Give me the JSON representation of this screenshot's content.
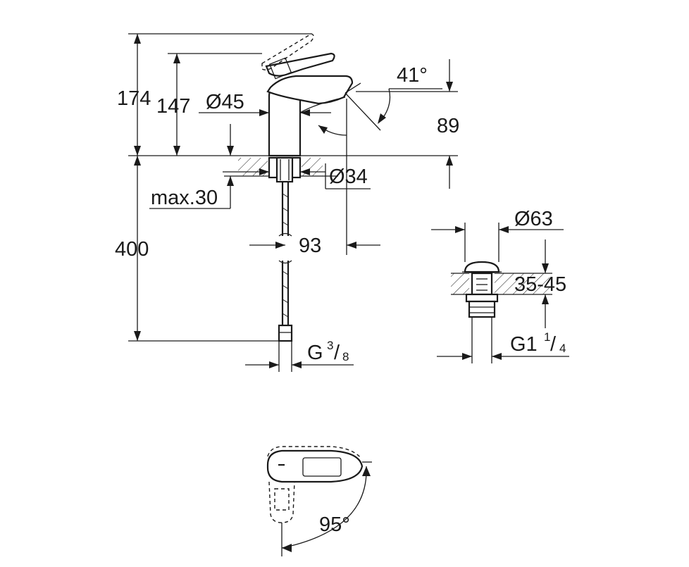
{
  "drawing": {
    "overall_height": "174",
    "spout_height": "147",
    "body_diameter": "Ø45",
    "lever_angle": "41°",
    "spout_clearance": "89",
    "hole_diameter": "Ø34",
    "max_deck_thickness": "max.30",
    "spout_reach": "93",
    "hose_length": "400",
    "hose_thread_main": "G",
    "hose_thread_sup": "3",
    "hose_thread_sub": "8",
    "drain_diameter": "Ø63",
    "drain_basin_thickness": "35-45",
    "drain_thread_main": "G1",
    "drain_thread_sup": "1",
    "drain_thread_sub": "4",
    "handle_rotation": "95°"
  }
}
